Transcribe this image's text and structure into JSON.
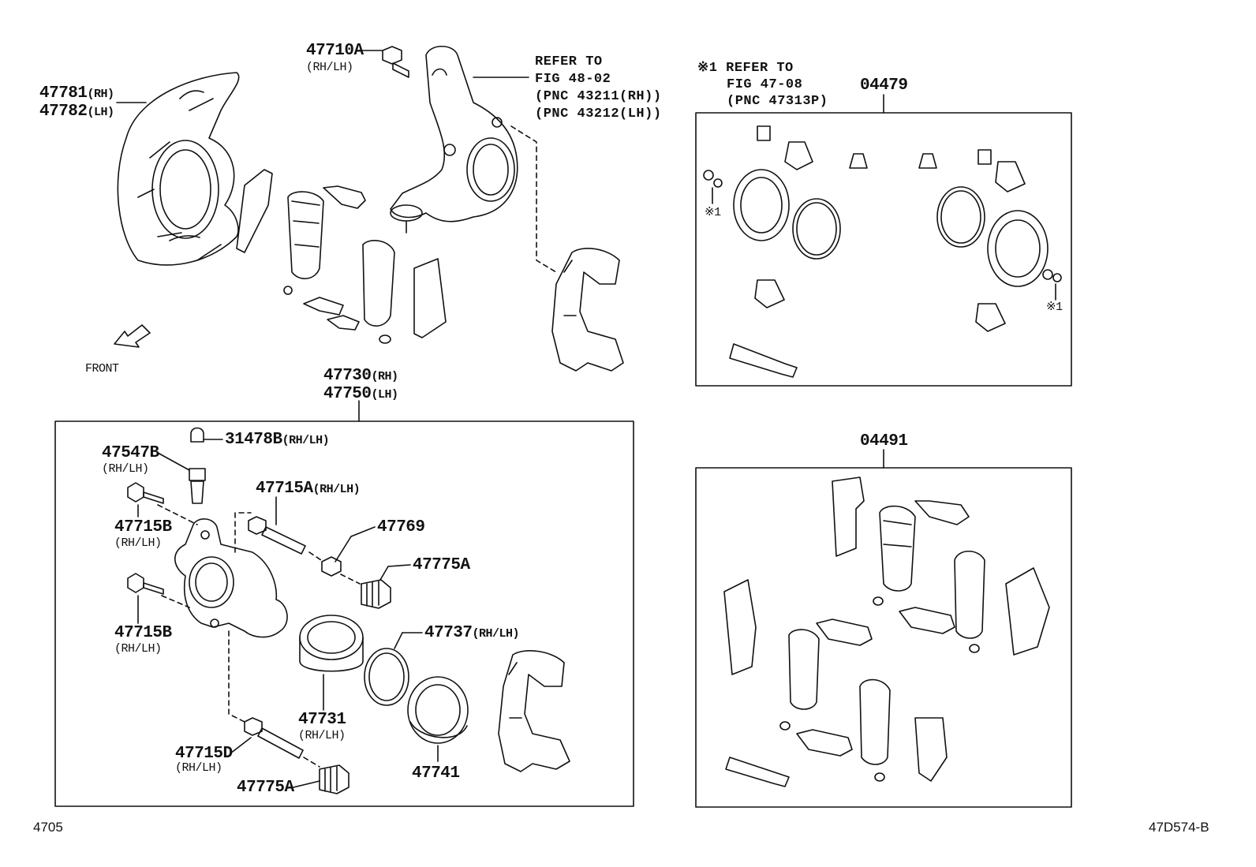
{
  "front_label": "FRONT",
  "refer_knuckle": [
    "REFER TO",
    "FIG 48-02",
    "(PNC 43211(RH))",
    "(PNC 43212(LH))"
  ],
  "refer_kit": [
    "※1 REFER TO",
    "FIG 47-08",
    "(PNC 47313P)"
  ],
  "mark_1": "※1",
  "parts": {
    "p47710A": "47710A",
    "p47710A_side": "(RH/LH)",
    "p47781": "47781",
    "p47781_side": "(RH)",
    "p47782": "47782",
    "p47782_side": "(LH)",
    "p47730": "47730",
    "p47730_side": "(RH)",
    "p47750": "47750",
    "p47750_side": "(LH)",
    "p31478B": "31478B",
    "p31478B_side": "(RH/LH)",
    "p47547B": "47547B",
    "p47547B_side": "(RH/LH)",
    "p47715A": "47715A",
    "p47715A_side": "(RH/LH)",
    "p47715B": "47715B",
    "p47715B_side": "(RH/LH)",
    "p47769": "47769",
    "p47775A": "47775A",
    "p47737": "47737",
    "p47737_side": "(RH/LH)",
    "p47731": "47731",
    "p47731_side": "(RH/LH)",
    "p47715D": "47715D",
    "p47715D_side": "(RH/LH)",
    "p47741": "47741",
    "p04479": "04479",
    "p04491": "04491"
  },
  "footer_left": "4705",
  "footer_right": "47D574-B"
}
